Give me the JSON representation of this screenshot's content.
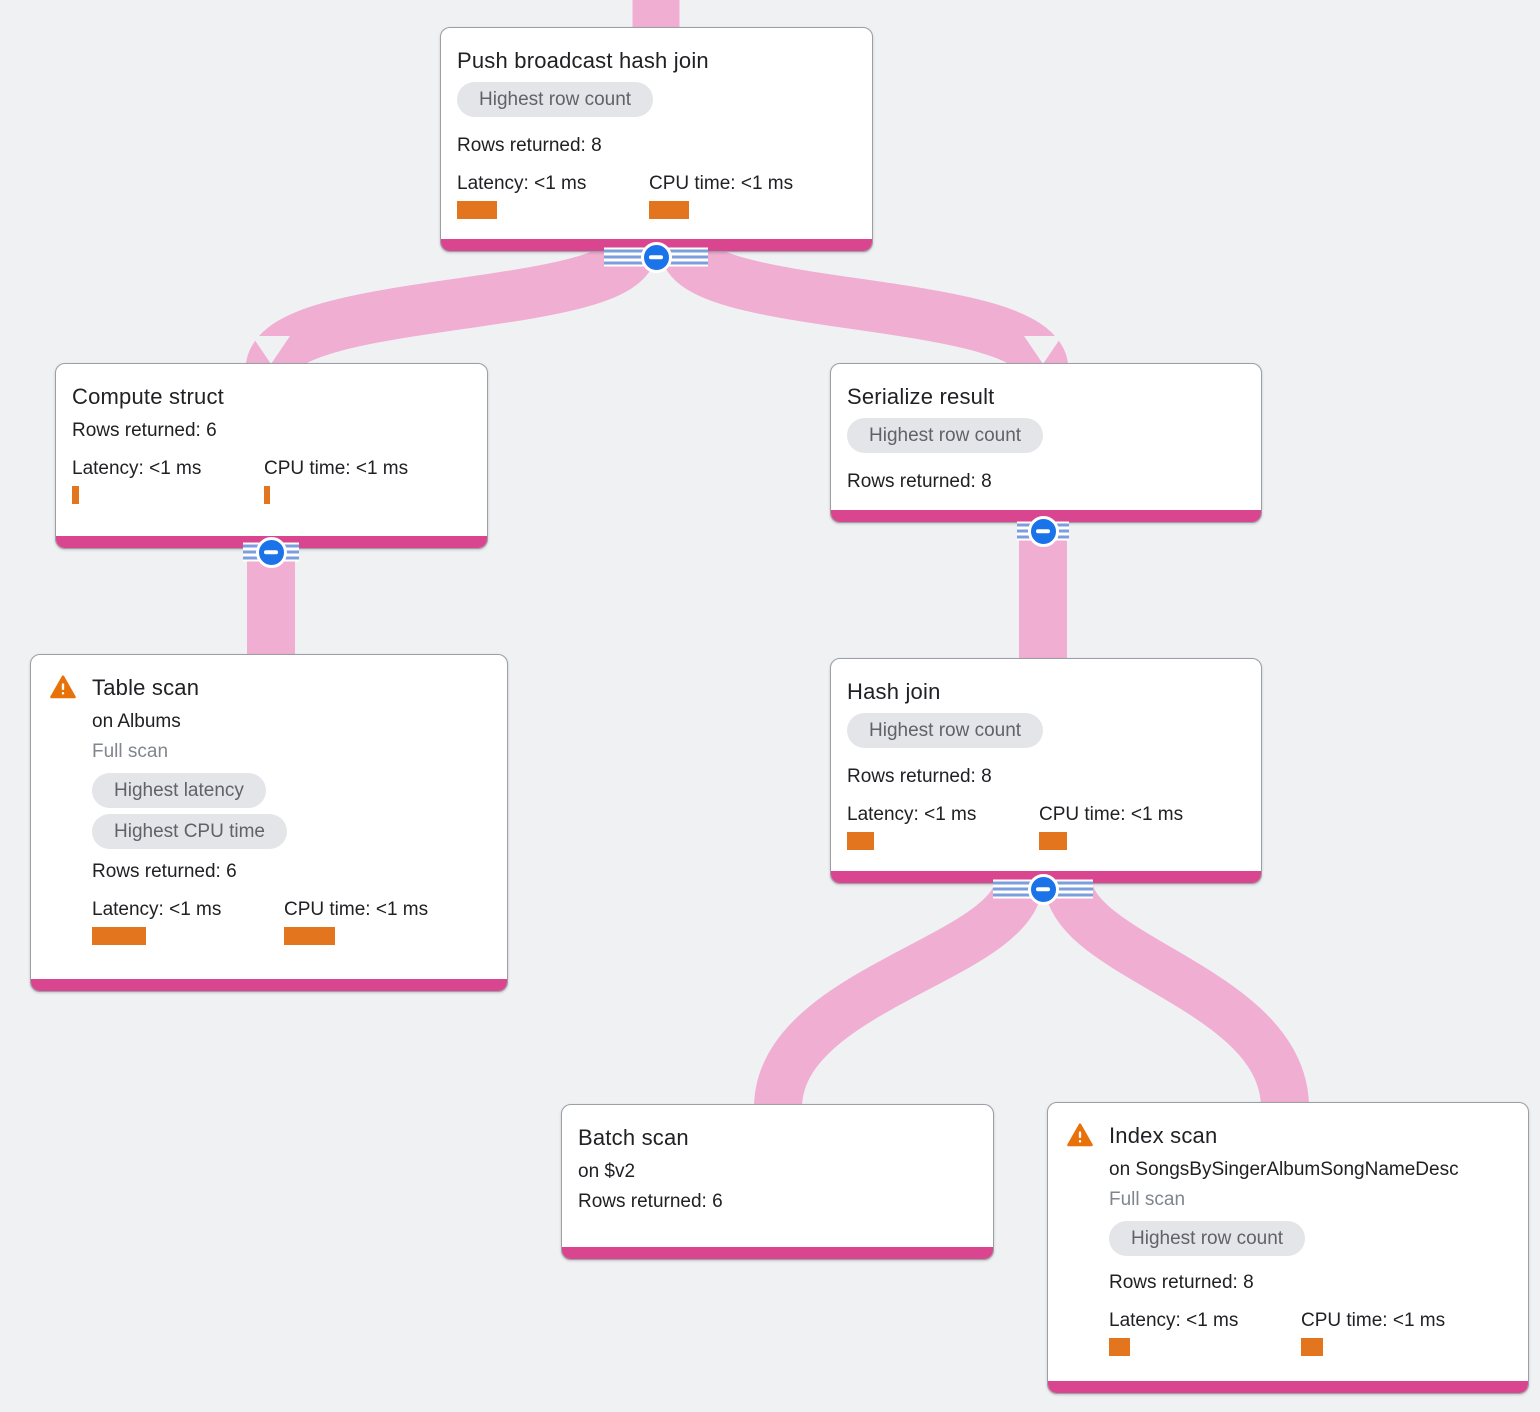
{
  "diagram": {
    "type": "query-execution-plan-graph",
    "colors": {
      "canvas_bg": "#F0F1F3",
      "edge_pink": "#F0AED2",
      "accent_magenta": "#D9458F",
      "collapse_blue": "#1A73E8",
      "bar_orange": "#E2751D",
      "warning_orange": "#E8710A",
      "badge_bg": "#E3E5E8",
      "badge_text": "#5F6368"
    },
    "nodes": {
      "push": {
        "title": "Push broadcast hash join",
        "badge": "Highest row count",
        "rows_returned": "Rows returned: 8",
        "latency_label": "Latency: <1 ms",
        "cpu_label": "CPU time: <1 ms"
      },
      "compute": {
        "title": "Compute struct",
        "rows_returned": "Rows returned: 6",
        "latency_label": "Latency: <1 ms",
        "cpu_label": "CPU time: <1 ms"
      },
      "serialize": {
        "title": "Serialize result",
        "badge": "Highest row count",
        "rows_returned": "Rows returned: 8"
      },
      "table": {
        "title": "Table scan",
        "target": "on Albums",
        "scan_type": "Full scan",
        "badge_latency": "Highest latency",
        "badge_cpu": "Highest CPU time",
        "rows_returned": "Rows returned: 6",
        "latency_label": "Latency: <1 ms",
        "cpu_label": "CPU time: <1 ms"
      },
      "hash": {
        "title": "Hash join",
        "badge": "Highest row count",
        "rows_returned": "Rows returned: 8",
        "latency_label": "Latency: <1 ms",
        "cpu_label": "CPU time: <1 ms"
      },
      "batch": {
        "title": "Batch scan",
        "target": "on $v2",
        "rows_returned": "Rows returned: 6"
      },
      "index": {
        "title": "Index scan",
        "target": "on SongsBySingerAlbumSongNameDesc",
        "scan_type": "Full scan",
        "badge": "Highest row count",
        "rows_returned": "Rows returned: 8",
        "latency_label": "Latency: <1 ms",
        "cpu_label": "CPU time: <1 ms"
      }
    }
  }
}
